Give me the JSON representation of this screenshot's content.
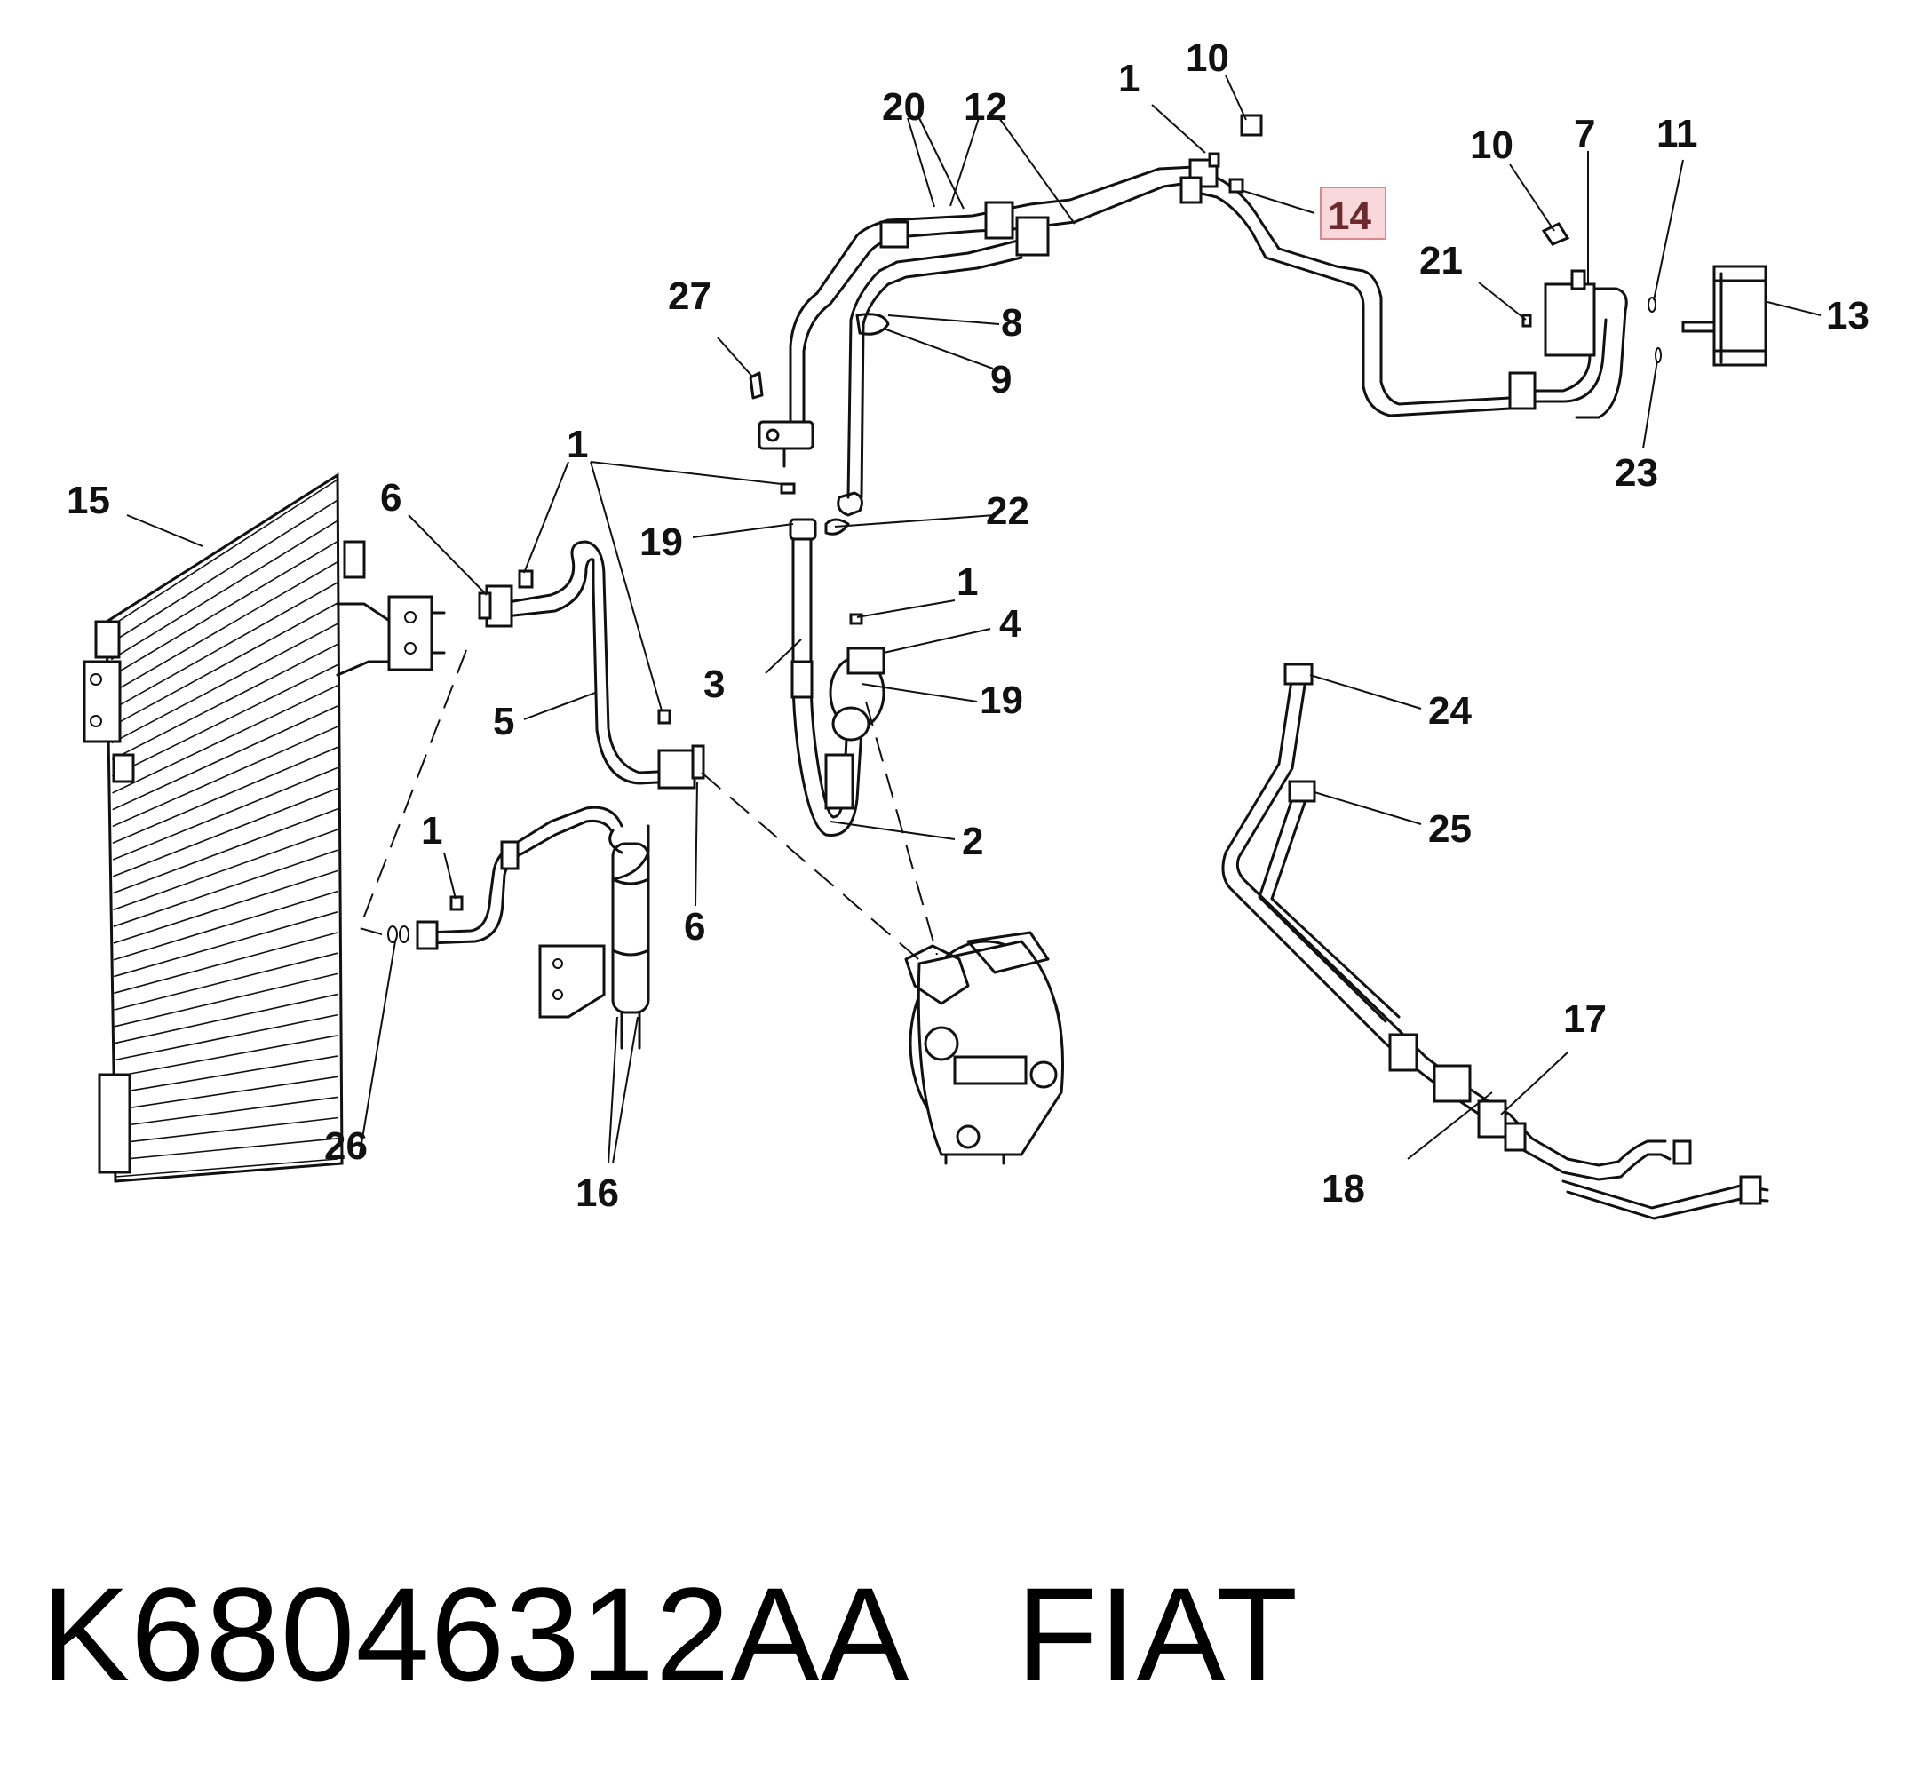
{
  "caption": {
    "part_number": "K68046312AA",
    "brand": "FIAT"
  },
  "highlight": {
    "callout": "14",
    "color": "#e8a0a6"
  },
  "callouts": [
    "1",
    "10",
    "20",
    "12",
    "14",
    "10",
    "7",
    "11",
    "13",
    "21",
    "23",
    "27",
    "8",
    "9",
    "15",
    "6",
    "1",
    "19",
    "22",
    "1",
    "4",
    "19",
    "3",
    "5",
    "2",
    "6",
    "1",
    "26",
    "16",
    "24",
    "25",
    "17",
    "18"
  ]
}
